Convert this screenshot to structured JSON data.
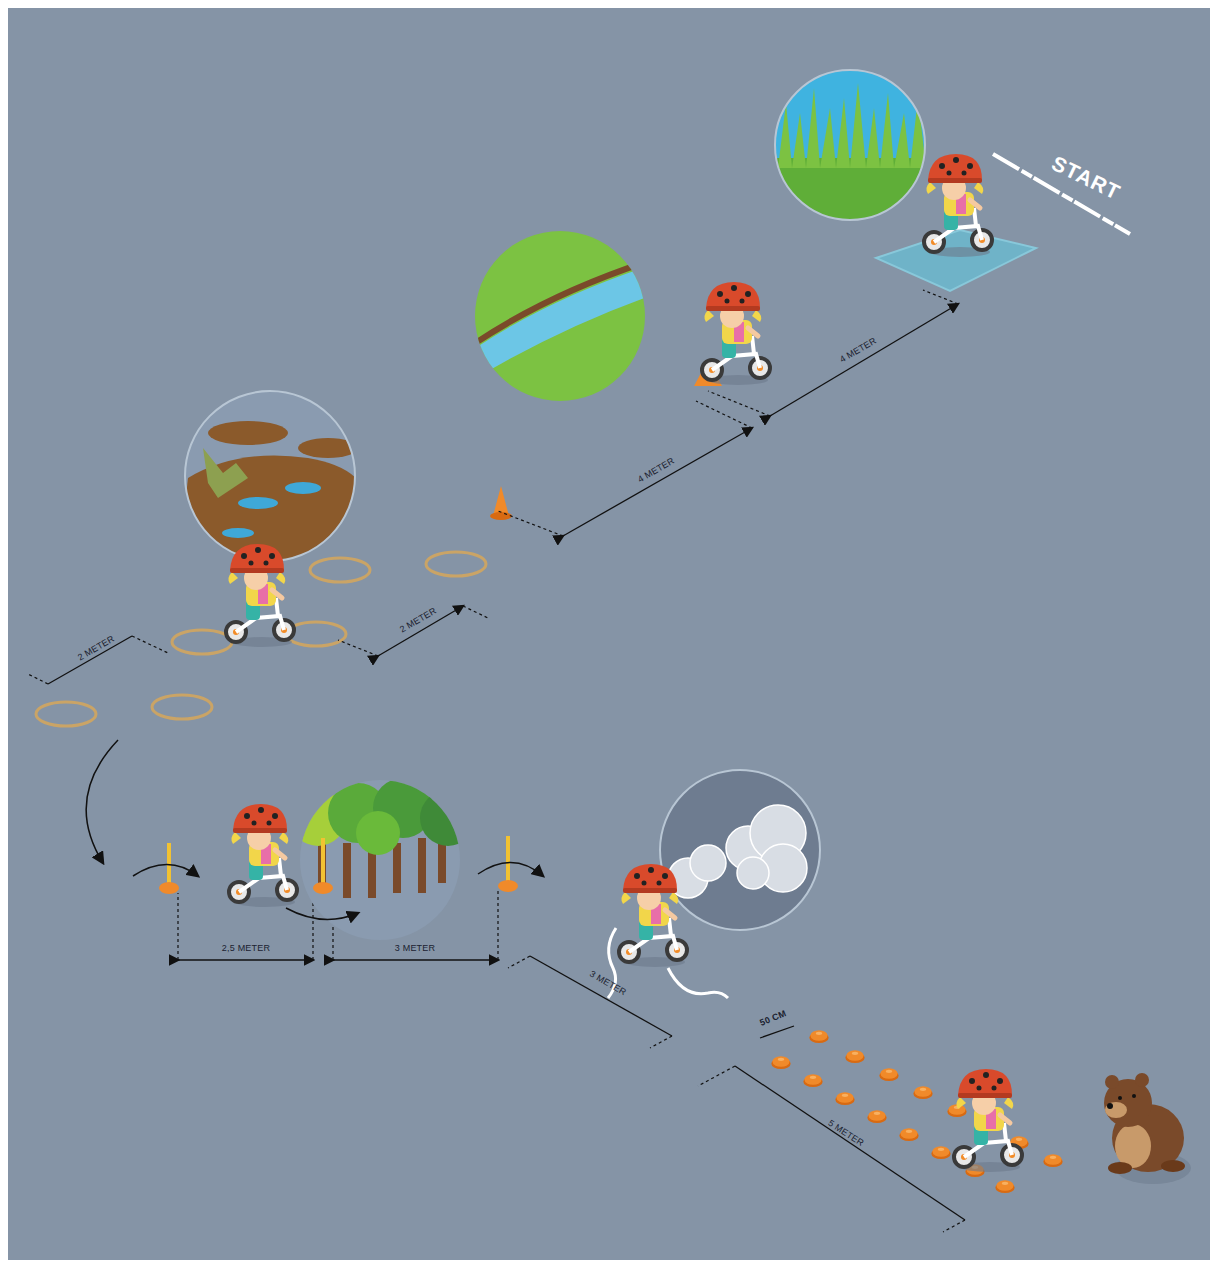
{
  "diagram": {
    "labels": [
      "START",
      "4 METER",
      "4 METER",
      "2 METER",
      "2 METER",
      "2,5 METER",
      "3 METER",
      "3 METER",
      "50 CM",
      "5 METER"
    ]
  }
}
